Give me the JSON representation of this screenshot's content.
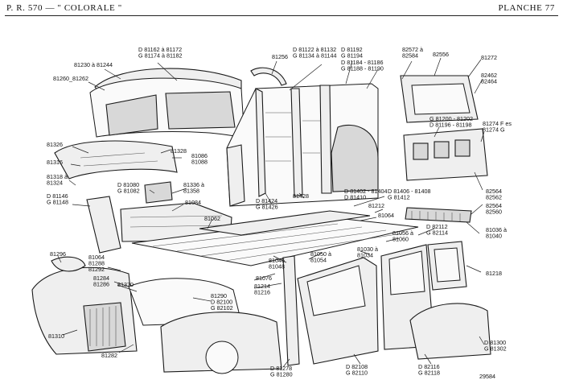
{
  "header": {
    "left": "P. R. 570 — \" COLORALE \"",
    "right": "PLANCHE 77"
  },
  "callouts": [
    {
      "id": "c01",
      "lines": [
        "D 81162 à 81172",
        "G 81174 à 81182"
      ]
    },
    {
      "id": "c02",
      "lines": [
        "81230 à 81244"
      ]
    },
    {
      "id": "c03",
      "lines": [
        "81256"
      ]
    },
    {
      "id": "c04",
      "lines": [
        "D 81122 à 81132",
        "G 81134 à 81144"
      ]
    },
    {
      "id": "c05",
      "lines": [
        "D 81192",
        "G 81194"
      ]
    },
    {
      "id": "c06",
      "lines": [
        "82572 à",
        "82584"
      ]
    },
    {
      "id": "c07",
      "lines": [
        "82556"
      ]
    },
    {
      "id": "c08",
      "lines": [
        "81272"
      ]
    },
    {
      "id": "c09",
      "lines": [
        "81260_81262"
      ]
    },
    {
      "id": "c10",
      "lines": [
        "D 81184 - 81186",
        "G 81188 - 81190"
      ]
    },
    {
      "id": "c11",
      "lines": [
        "82462",
        "82464"
      ]
    },
    {
      "id": "c12",
      "lines": [
        "G 81200 - 81202",
        "D 81196 - 81198"
      ]
    },
    {
      "id": "c13",
      "lines": [
        "81274 F es",
        "81274 G"
      ]
    },
    {
      "id": "c14",
      "lines": [
        "81326"
      ]
    },
    {
      "id": "c15",
      "lines": [
        "81328"
      ]
    },
    {
      "id": "c16",
      "lines": [
        "81086",
        "81088"
      ]
    },
    {
      "id": "c17",
      "lines": [
        "81316"
      ]
    },
    {
      "id": "c18",
      "lines": [
        "81318 à",
        "81324"
      ]
    },
    {
      "id": "c19",
      "lines": [
        "D 81080",
        "G 81082"
      ]
    },
    {
      "id": "c20",
      "lines": [
        "81336 à",
        "81358"
      ]
    },
    {
      "id": "c21",
      "lines": [
        "D 81424",
        "G 81426"
      ]
    },
    {
      "id": "c22",
      "lines": [
        "81428"
      ]
    },
    {
      "id": "c23",
      "lines": [
        "D 81402 - 81404",
        "D 81410"
      ]
    },
    {
      "id": "c24",
      "lines": [
        "D 81406 - 81408",
        "G 81412"
      ]
    },
    {
      "id": "c25",
      "lines": [
        "81212"
      ]
    },
    {
      "id": "c26",
      "lines": [
        "82564",
        "82562"
      ]
    },
    {
      "id": "c27",
      "lines": [
        "82564",
        "82560"
      ]
    },
    {
      "id": "c28",
      "lines": [
        "D 81146",
        "G 81148"
      ]
    },
    {
      "id": "c29",
      "lines": [
        "81084"
      ]
    },
    {
      "id": "c30",
      "lines": [
        "81062"
      ]
    },
    {
      "id": "c31",
      "lines": [
        "81064"
      ]
    },
    {
      "id": "c32",
      "lines": [
        "D 82112",
        "G 82114"
      ]
    },
    {
      "id": "c33",
      "lines": [
        "81036 à",
        "81040"
      ]
    },
    {
      "id": "c34",
      "lines": [
        "81056 à",
        "81060"
      ]
    },
    {
      "id": "c35",
      "lines": [
        "81296"
      ]
    },
    {
      "id": "c36",
      "lines": [
        "81064",
        "81288",
        "81292"
      ]
    },
    {
      "id": "c37",
      "lines": [
        "81030 à",
        "81034"
      ]
    },
    {
      "id": "c38",
      "lines": [
        "81046",
        "81048"
      ]
    },
    {
      "id": "c39",
      "lines": [
        "81050 à",
        "81054"
      ]
    },
    {
      "id": "c40",
      "lines": [
        "81218"
      ]
    },
    {
      "id": "c41",
      "lines": [
        "81284",
        "81286"
      ]
    },
    {
      "id": "c42",
      "lines": [
        "81370"
      ]
    },
    {
      "id": "c43",
      "lines": [
        "81076"
      ]
    },
    {
      "id": "c44",
      "lines": [
        "81214",
        "81216"
      ]
    },
    {
      "id": "c45",
      "lines": [
        "81290",
        "D 82100",
        "G 82102"
      ]
    },
    {
      "id": "c46",
      "lines": [
        "81310"
      ]
    },
    {
      "id": "c47",
      "lines": [
        "81282"
      ]
    },
    {
      "id": "c48",
      "lines": [
        "D 81278",
        "G 81280"
      ]
    },
    {
      "id": "c49",
      "lines": [
        "D 82108",
        "G 82110"
      ]
    },
    {
      "id": "c50",
      "lines": [
        "D 82116",
        "G 82118"
      ]
    },
    {
      "id": "c51",
      "lines": [
        "D 81300",
        "G 81302"
      ]
    },
    {
      "id": "c52",
      "lines": [
        "29584"
      ]
    }
  ]
}
